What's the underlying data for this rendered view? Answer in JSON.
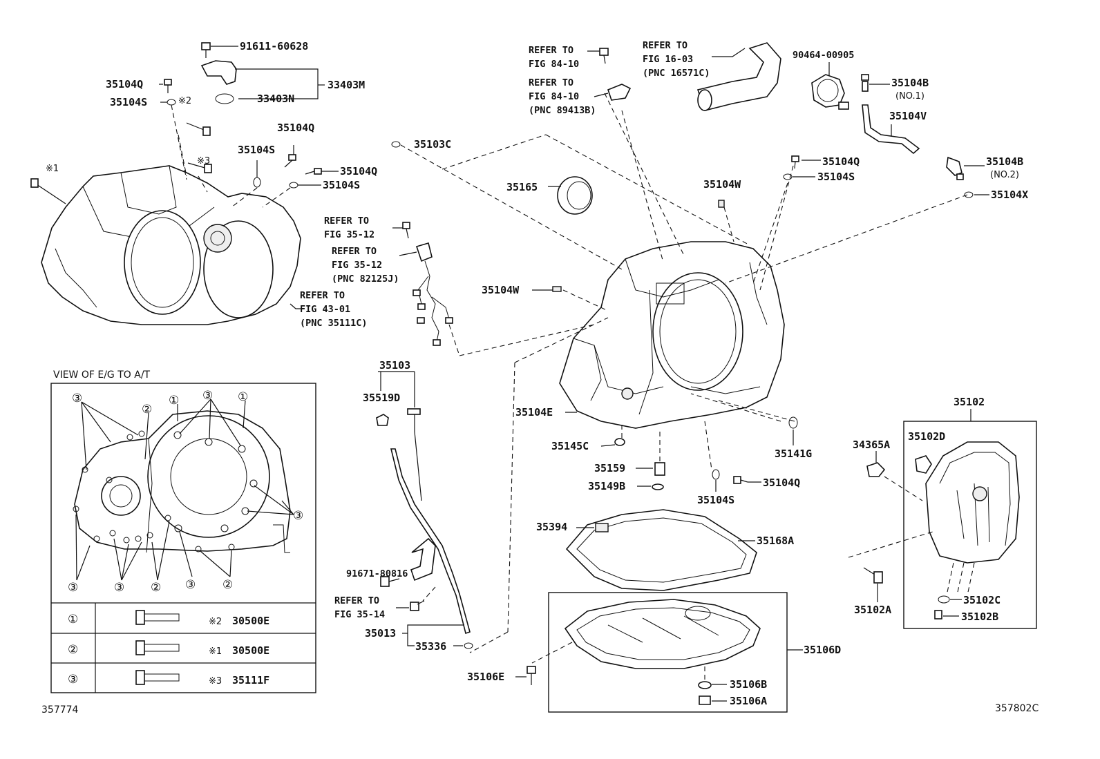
{
  "labels": {
    "p91611": "91611-60628",
    "p33403M": "33403M",
    "p33403N": "33403N",
    "p35104Q_a": "35104Q",
    "p35104S_a": "35104S",
    "mark2": "※2",
    "mark1": "※1",
    "mark3": "※3",
    "p35104Q_b": "35104Q",
    "p35104S_b": "35104S",
    "p35104Q_c": "35104Q",
    "p35104S_c": "35104S",
    "ref43_1": "REFER TO",
    "ref43_2": "FIG 43-01",
    "ref43_3": "(PNC 35111C)",
    "ref3512a_1": "REFER TO",
    "ref3512a_2": "FIG 35-12",
    "ref3512b_1": "REFER TO",
    "ref3512b_2": "FIG 35-12",
    "ref3512b_3": "(PNC 82125J)",
    "p35103C": "35103C",
    "ref8410a_1": "REFER TO",
    "ref8410a_2": "FIG 84-10",
    "ref8410b_1": "REFER TO",
    "ref8410b_2": "FIG 84-10",
    "ref8410b_3": "(PNC 89413B)",
    "ref1603_1": "REFER TO",
    "ref1603_2": "FIG 16-03",
    "ref1603_3": "(PNC 16571C)",
    "p90464": "90464-00905",
    "p35104B1": "35104B",
    "no1": "(NO.1)",
    "p35104V": "35104V",
    "p35104B2": "35104B",
    "no2": "(NO.2)",
    "p35104X": "35104X",
    "p35104Q_d": "35104Q",
    "p35104S_d": "35104S",
    "p35165": "35165",
    "p35104W_a": "35104W",
    "p35104W_b": "35104W",
    "p35103": "35103",
    "p35519D": "35519D",
    "p35104E": "35104E",
    "p35145C": "35145C",
    "p35159": "35159",
    "p35149B": "35149B",
    "p35104S_e": "35104S",
    "p35104Q_e": "35104Q",
    "p35141G": "35141G",
    "p35102": "35102",
    "p35102D": "35102D",
    "p34365A": "34365A",
    "p35102C": "35102C",
    "p35102B": "35102B",
    "p35102A": "35102A",
    "p35394": "35394",
    "p35168A": "35168A",
    "p91671": "91671-80816",
    "ref3514_1": "REFER TO",
    "ref3514_2": "FIG 35-14",
    "p35013": "35013",
    "p35336": "35336",
    "p35106E": "35106E",
    "p35106D": "35106D",
    "p35106B": "35106B",
    "p35106A": "35106A",
    "view_title": "VIEW OF E/G TO A/T",
    "ill_left": "357774",
    "ill_right": "357802C"
  },
  "circled": {
    "c1": "①",
    "c2": "②",
    "c3": "③"
  },
  "legend_table": [
    {
      "key": "①",
      "mark": "※2",
      "part": "30500E"
    },
    {
      "key": "②",
      "mark": "※1",
      "part": "30500E"
    },
    {
      "key": "③",
      "mark": "※3",
      "part": "35111F"
    }
  ],
  "icons": [
    "bolt-icon",
    "o-ring-icon",
    "oil-seal-icon",
    "hose-icon",
    "clamp-icon",
    "sensor-icon",
    "wire-harness-icon",
    "dipstick-icon",
    "oil-pan-icon",
    "gasket-icon",
    "magnet-icon",
    "plug-icon"
  ],
  "colors": {
    "line": "#111111",
    "background": "#ffffff"
  }
}
